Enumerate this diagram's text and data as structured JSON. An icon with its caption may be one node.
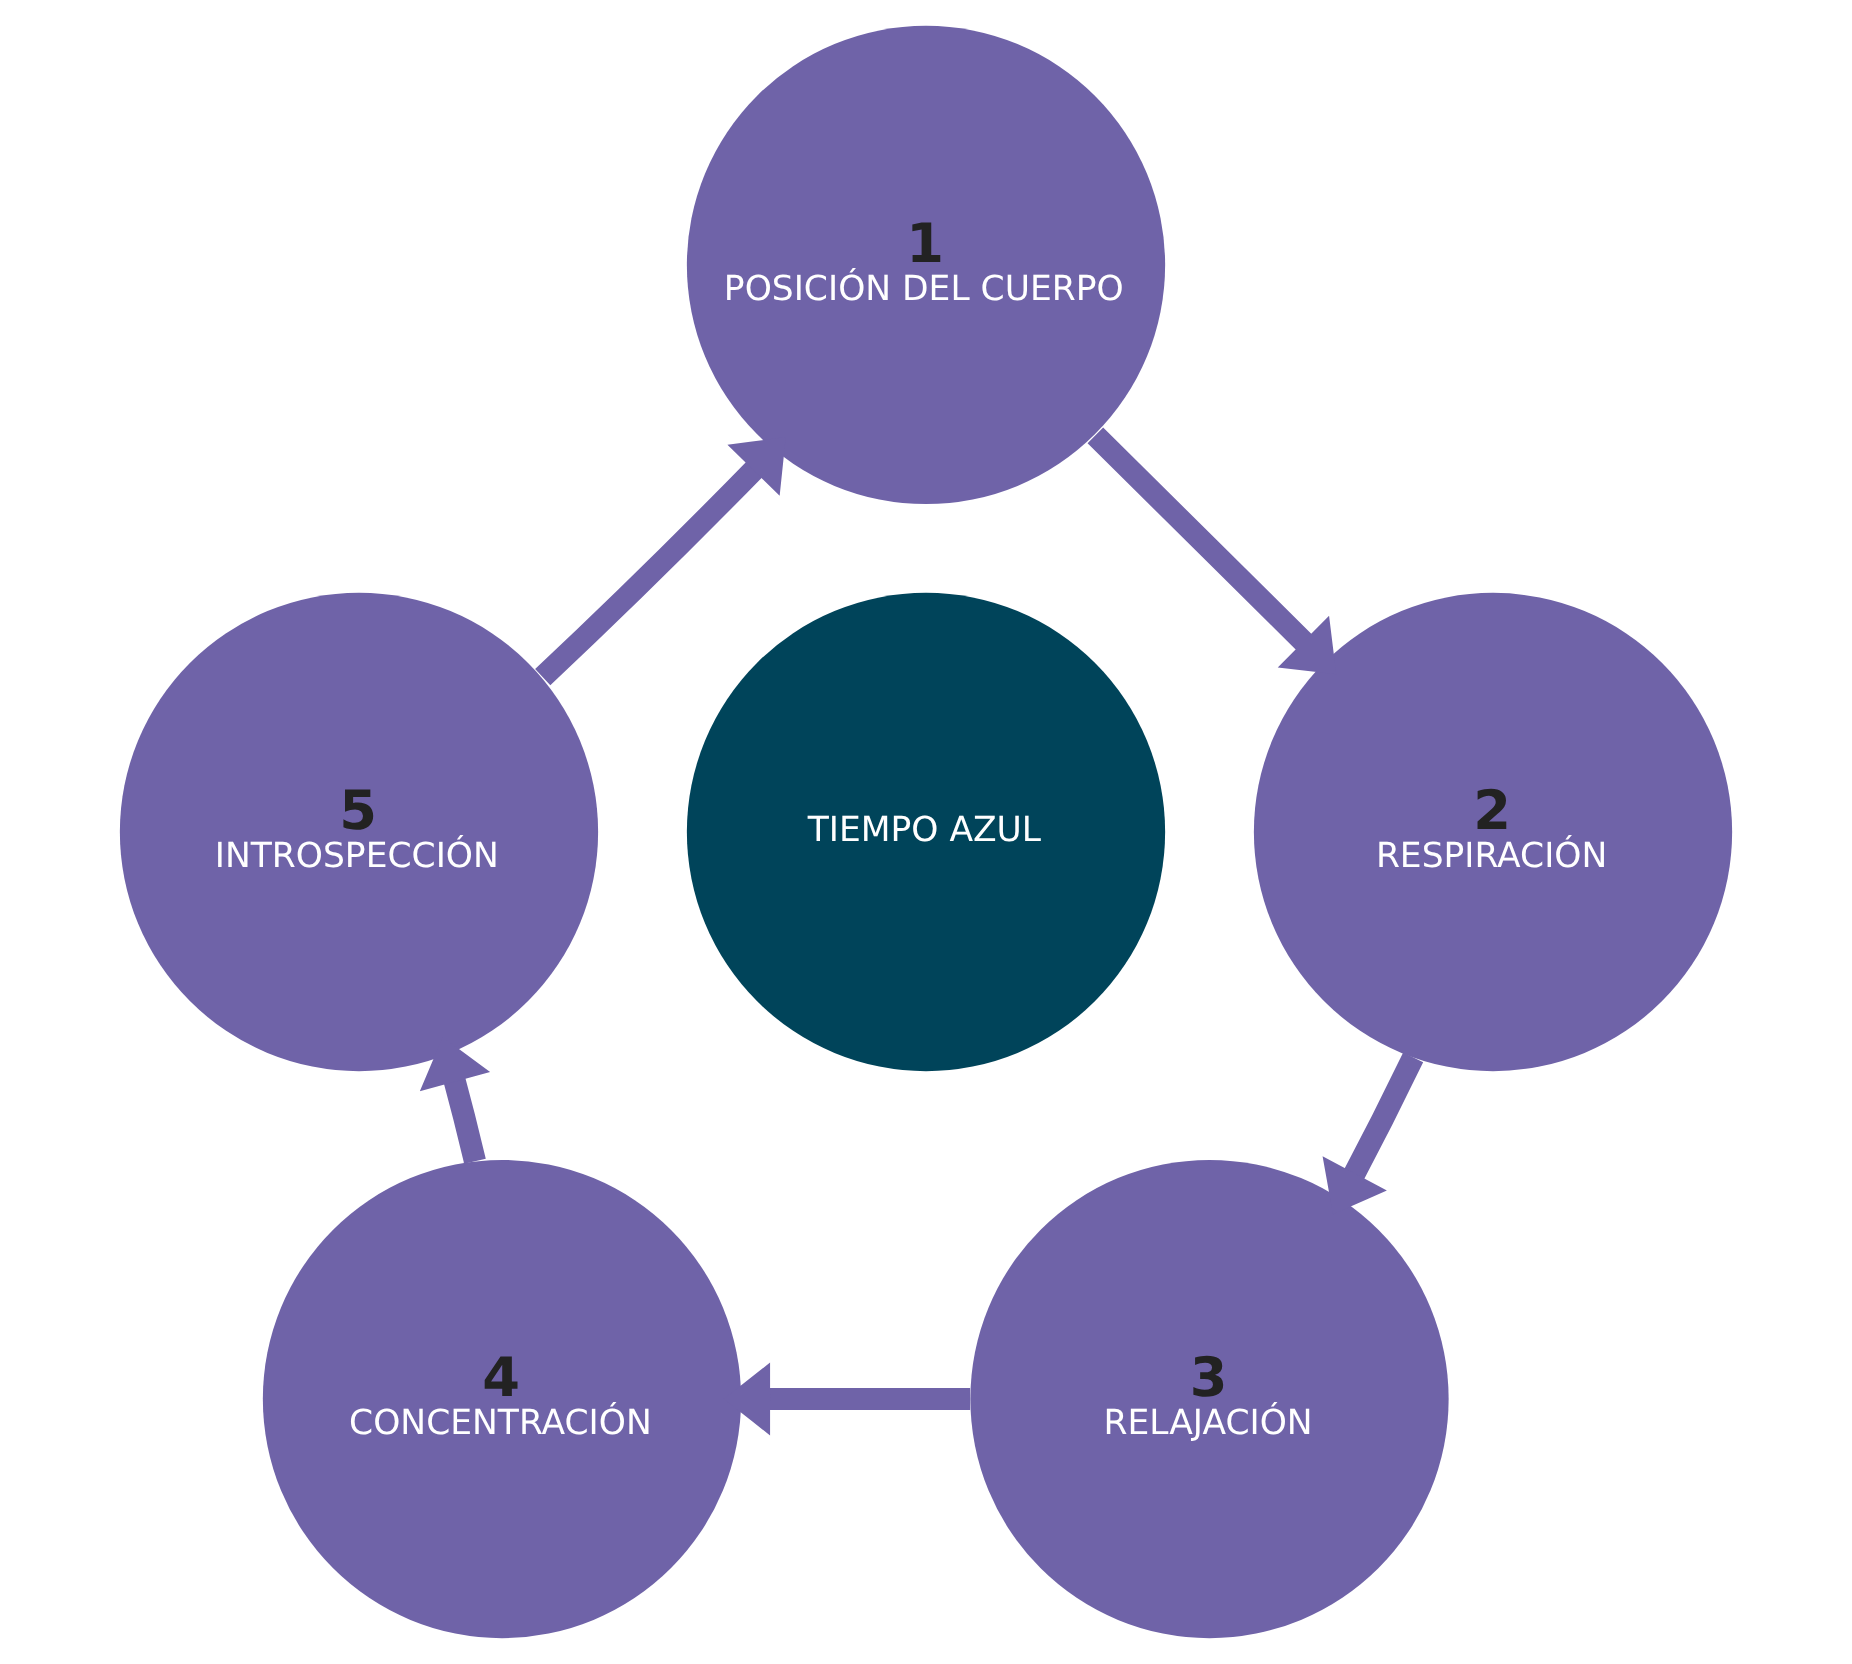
{
  "diagram": {
    "nodes": [
      {
        "text": [
          "1",
          "POSICIÓN DEL CUERPO"
        ]
      },
      {
        "text": [
          "2",
          "RESPIRACIÓN"
        ]
      },
      {
        "text": [
          "3",
          "RELAJACIÓN"
        ]
      },
      {
        "text": [
          "4",
          "CONCENTRACIÓN"
        ]
      },
      {
        "text": [
          "5",
          "INTROSPECCIÓN"
        ]
      },
      {
        "text": [
          "TIEMPO AZUL"
        ]
      }
    ],
    "edges": [
      {
        "from": 0,
        "to": 1,
        "arrow": "to"
      },
      {
        "from": 1,
        "to": 2,
        "arrow": "to"
      },
      {
        "from": 2,
        "to": 3,
        "arrow": "to"
      },
      {
        "from": 3,
        "to": 4,
        "arrow": "to"
      },
      {
        "from": 4,
        "to": 0,
        "arrow": "to"
      }
    ]
  }
}
